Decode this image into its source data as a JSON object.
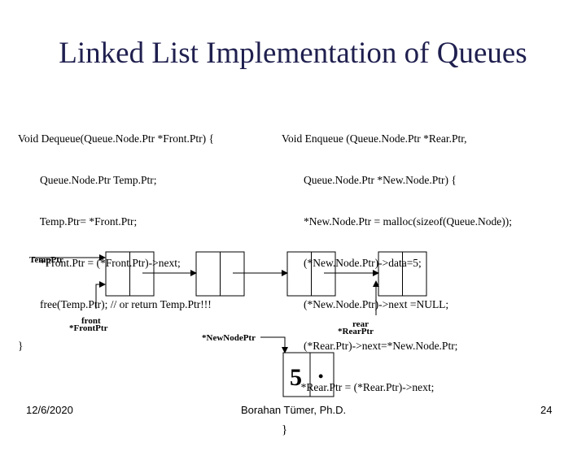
{
  "slide": {
    "title": "Linked List Implementation of Queues"
  },
  "dequeue": {
    "lines": [
      "Void Dequeue(Queue.Node.Ptr *Front.Ptr) {",
      "        Queue.Node.Ptr Temp.Ptr;",
      "        Temp.Ptr= *Front.Ptr;",
      "        *Front.Ptr = (*Front.Ptr)->next;",
      "        free(Temp.Ptr); // or return Temp.Ptr!!!",
      "}"
    ]
  },
  "enqueue": {
    "lines": [
      "Void Enqueue (Queue.Node.Ptr *Rear.Ptr,",
      "        Queue.Node.Ptr *New.Node.Ptr) {",
      "        *New.Node.Ptr = malloc(sizeof(Queue.Node));",
      "        (*New.Node.Ptr)->data=5;",
      "        (*New.Node.Ptr)->next =NULL;",
      "        (*Rear.Ptr)->next=*New.Node.Ptr;",
      "       *Rear.Ptr = (*Rear.Ptr)->next;",
      "}"
    ]
  },
  "diagram": {
    "temp_label": "TempPtr",
    "front_label": "front",
    "front_ptr_label": "*FrontPtr",
    "rear_label": "rear",
    "rear_ptr_label": "*RearPtr",
    "new_node_label": "*NewNodePtr",
    "new_node_value": "5",
    "new_node_next": "•"
  },
  "footer": {
    "date": "12/6/2020",
    "author": "Borahan Tümer, Ph.D.",
    "page": "24"
  }
}
